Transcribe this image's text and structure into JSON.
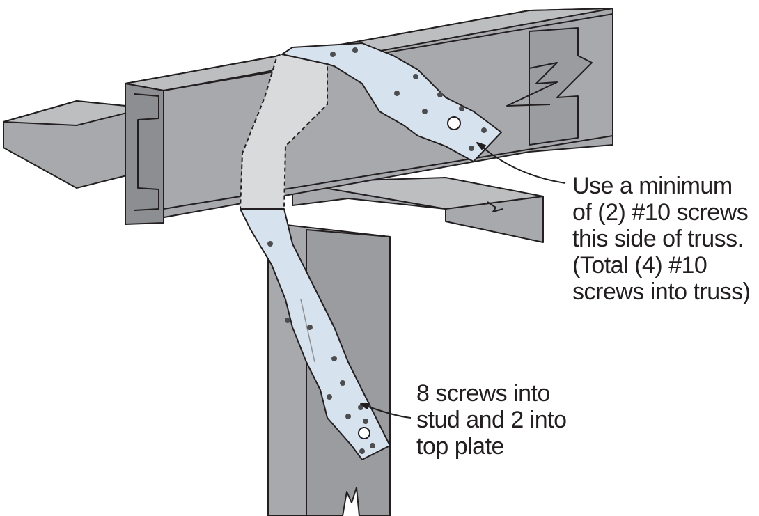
{
  "callouts": {
    "truss": {
      "lines": [
        "Use a minimum",
        "of (2) #10 screws",
        "this side of truss.",
        "(Total (4) #10",
        "screws into truss)"
      ]
    },
    "stud": {
      "lines": [
        "8 screws into",
        "stud and 2 into",
        "top plate"
      ]
    }
  },
  "colors": {
    "steel": "#a7a9ac",
    "steel_dark": "#8c8e91",
    "steel_light": "#bcbec0",
    "connector": "#d6e3ee",
    "outline": "#231f20"
  }
}
